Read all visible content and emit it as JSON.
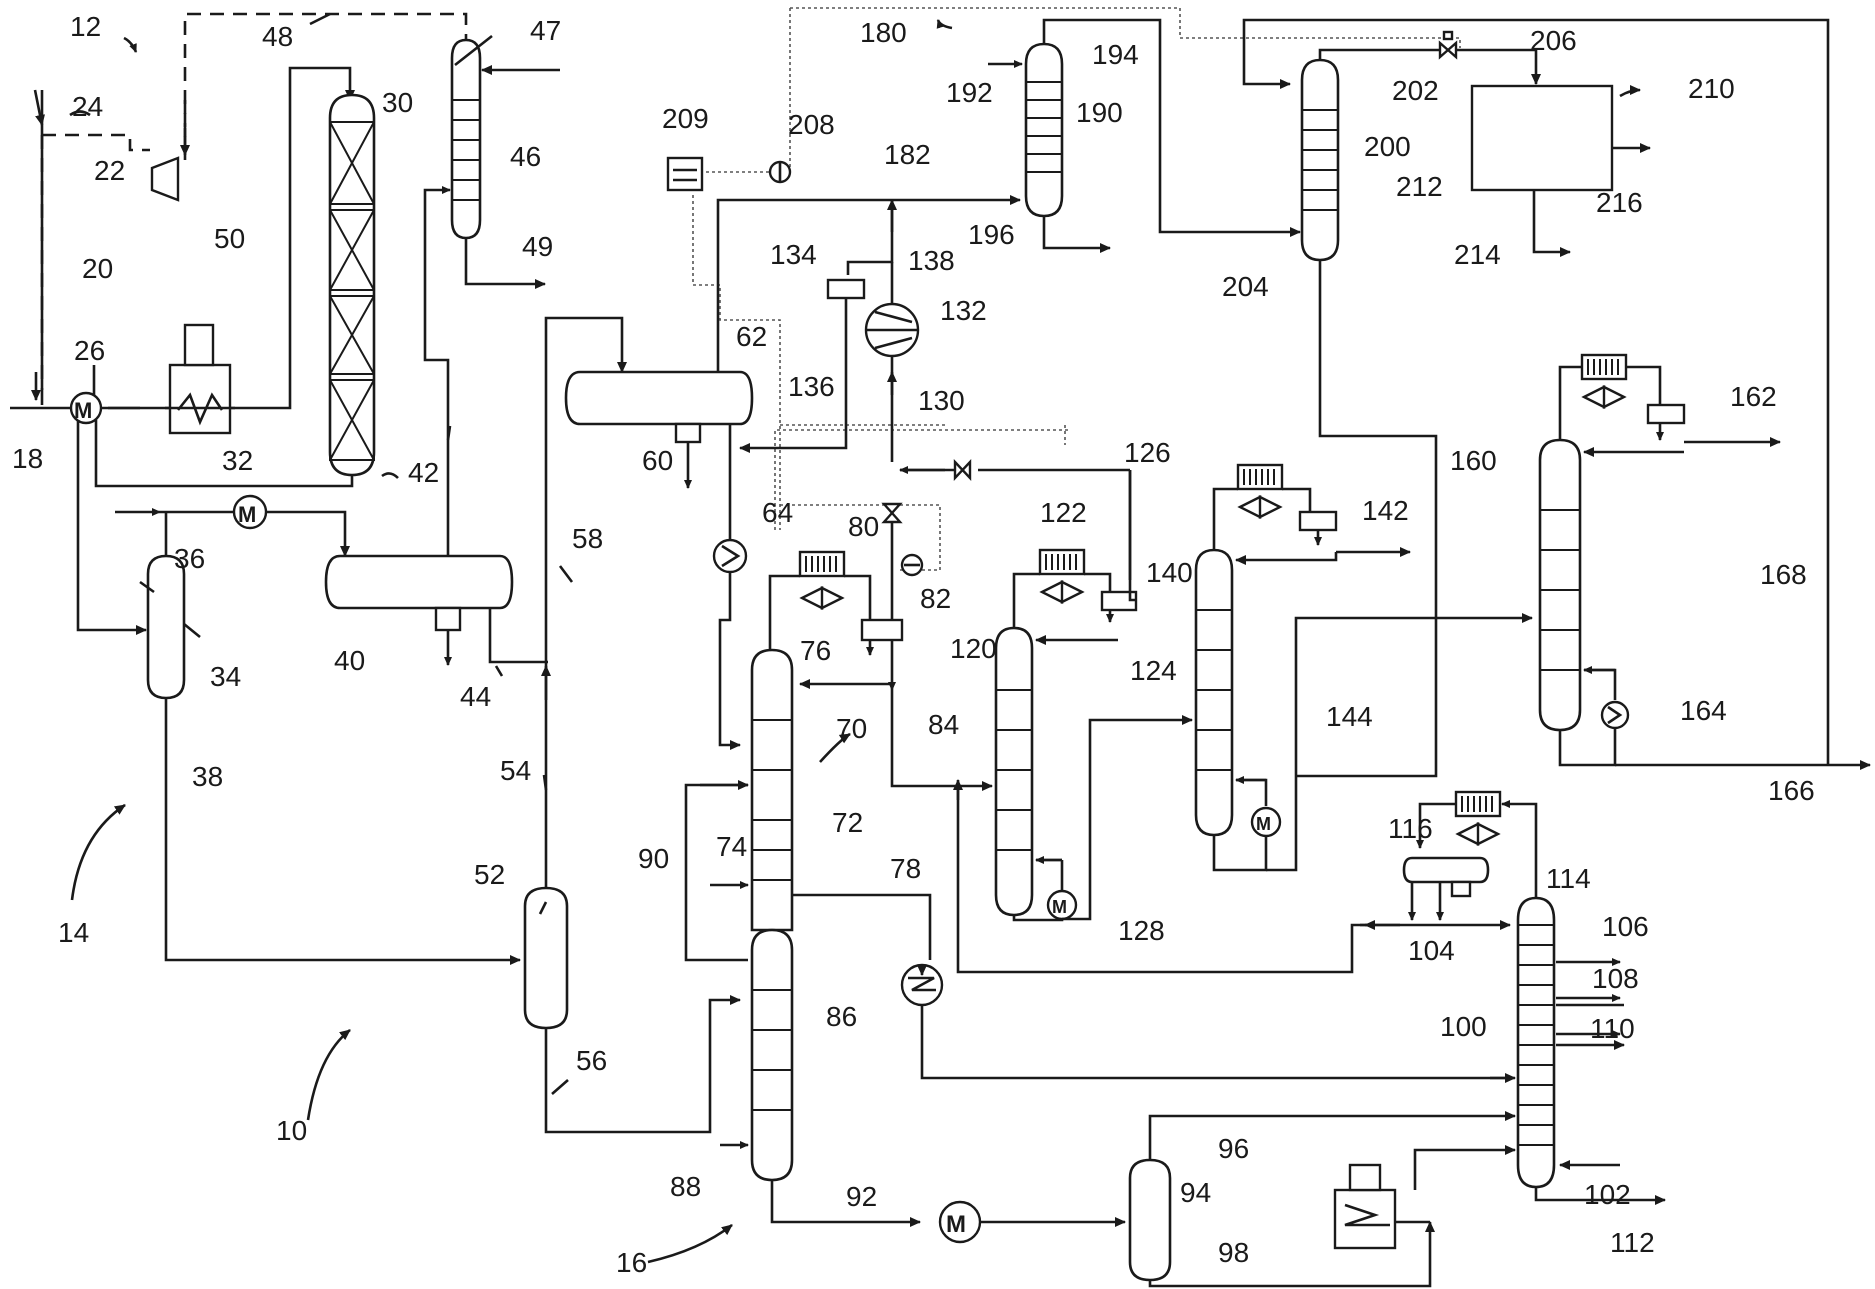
{
  "labels": [
    {
      "id": "10",
      "text": "10"
    },
    {
      "id": "12",
      "text": "12"
    },
    {
      "id": "14",
      "text": "14"
    },
    {
      "id": "16",
      "text": "16"
    },
    {
      "id": "18",
      "text": "18"
    },
    {
      "id": "20",
      "text": "20"
    },
    {
      "id": "22",
      "text": "22"
    },
    {
      "id": "24",
      "text": "24"
    },
    {
      "id": "26",
      "text": "26"
    },
    {
      "id": "30",
      "text": "30"
    },
    {
      "id": "32",
      "text": "32"
    },
    {
      "id": "34",
      "text": "34"
    },
    {
      "id": "36",
      "text": "36"
    },
    {
      "id": "38",
      "text": "38"
    },
    {
      "id": "40",
      "text": "40"
    },
    {
      "id": "42",
      "text": "42"
    },
    {
      "id": "44",
      "text": "44"
    },
    {
      "id": "46",
      "text": "46"
    },
    {
      "id": "47",
      "text": "47"
    },
    {
      "id": "48",
      "text": "48"
    },
    {
      "id": "49",
      "text": "49"
    },
    {
      "id": "50",
      "text": "50"
    },
    {
      "id": "52",
      "text": "52"
    },
    {
      "id": "54",
      "text": "54"
    },
    {
      "id": "56",
      "text": "56"
    },
    {
      "id": "58",
      "text": "58"
    },
    {
      "id": "60",
      "text": "60"
    },
    {
      "id": "62",
      "text": "62"
    },
    {
      "id": "64",
      "text": "64"
    },
    {
      "id": "70",
      "text": "70"
    },
    {
      "id": "72",
      "text": "72"
    },
    {
      "id": "74",
      "text": "74"
    },
    {
      "id": "76",
      "text": "76"
    },
    {
      "id": "78",
      "text": "78"
    },
    {
      "id": "80",
      "text": "80"
    },
    {
      "id": "82",
      "text": "82"
    },
    {
      "id": "84",
      "text": "84"
    },
    {
      "id": "86",
      "text": "86"
    },
    {
      "id": "88",
      "text": "88"
    },
    {
      "id": "90",
      "text": "90"
    },
    {
      "id": "92",
      "text": "92"
    },
    {
      "id": "94",
      "text": "94"
    },
    {
      "id": "96",
      "text": "96"
    },
    {
      "id": "98",
      "text": "98"
    },
    {
      "id": "100",
      "text": "100"
    },
    {
      "id": "102",
      "text": "102"
    },
    {
      "id": "104",
      "text": "104"
    },
    {
      "id": "106",
      "text": "106"
    },
    {
      "id": "108",
      "text": "108"
    },
    {
      "id": "110",
      "text": "110"
    },
    {
      "id": "112",
      "text": "112"
    },
    {
      "id": "114",
      "text": "114"
    },
    {
      "id": "116",
      "text": "116"
    },
    {
      "id": "120",
      "text": "120"
    },
    {
      "id": "122",
      "text": "122"
    },
    {
      "id": "124",
      "text": "124"
    },
    {
      "id": "126",
      "text": "126"
    },
    {
      "id": "128",
      "text": "128"
    },
    {
      "id": "130",
      "text": "130"
    },
    {
      "id": "132",
      "text": "132"
    },
    {
      "id": "134",
      "text": "134"
    },
    {
      "id": "136",
      "text": "136"
    },
    {
      "id": "138",
      "text": "138"
    },
    {
      "id": "140",
      "text": "140"
    },
    {
      "id": "142",
      "text": "142"
    },
    {
      "id": "144",
      "text": "144"
    },
    {
      "id": "160",
      "text": "160"
    },
    {
      "id": "162",
      "text": "162"
    },
    {
      "id": "164",
      "text": "164"
    },
    {
      "id": "166",
      "text": "166"
    },
    {
      "id": "168",
      "text": "168"
    },
    {
      "id": "180",
      "text": "180"
    },
    {
      "id": "182",
      "text": "182"
    },
    {
      "id": "190",
      "text": "190"
    },
    {
      "id": "192",
      "text": "192"
    },
    {
      "id": "194",
      "text": "194"
    },
    {
      "id": "196",
      "text": "196"
    },
    {
      "id": "200",
      "text": "200"
    },
    {
      "id": "202",
      "text": "202"
    },
    {
      "id": "204",
      "text": "204"
    },
    {
      "id": "206",
      "text": "206"
    },
    {
      "id": "208",
      "text": "208"
    },
    {
      "id": "209",
      "text": "209"
    },
    {
      "id": "210",
      "text": "210"
    },
    {
      "id": "212",
      "text": "212"
    },
    {
      "id": "214",
      "text": "214"
    },
    {
      "id": "216",
      "text": "216"
    }
  ],
  "equipment": {
    "motor_symbol": "M",
    "icons": {
      "motor_exchanger": "motor-exchanger-icon",
      "heat_exchanger": "heat-exchanger-icon",
      "air_cooler": "air-cooler-fan-icon",
      "fired_heater": "fired-heater-icon",
      "compressor": "compressor-icon",
      "valve": "control-valve-icon",
      "flow_indicator": "flow-indicator-icon",
      "analyzer": "analyzer-icon"
    }
  }
}
